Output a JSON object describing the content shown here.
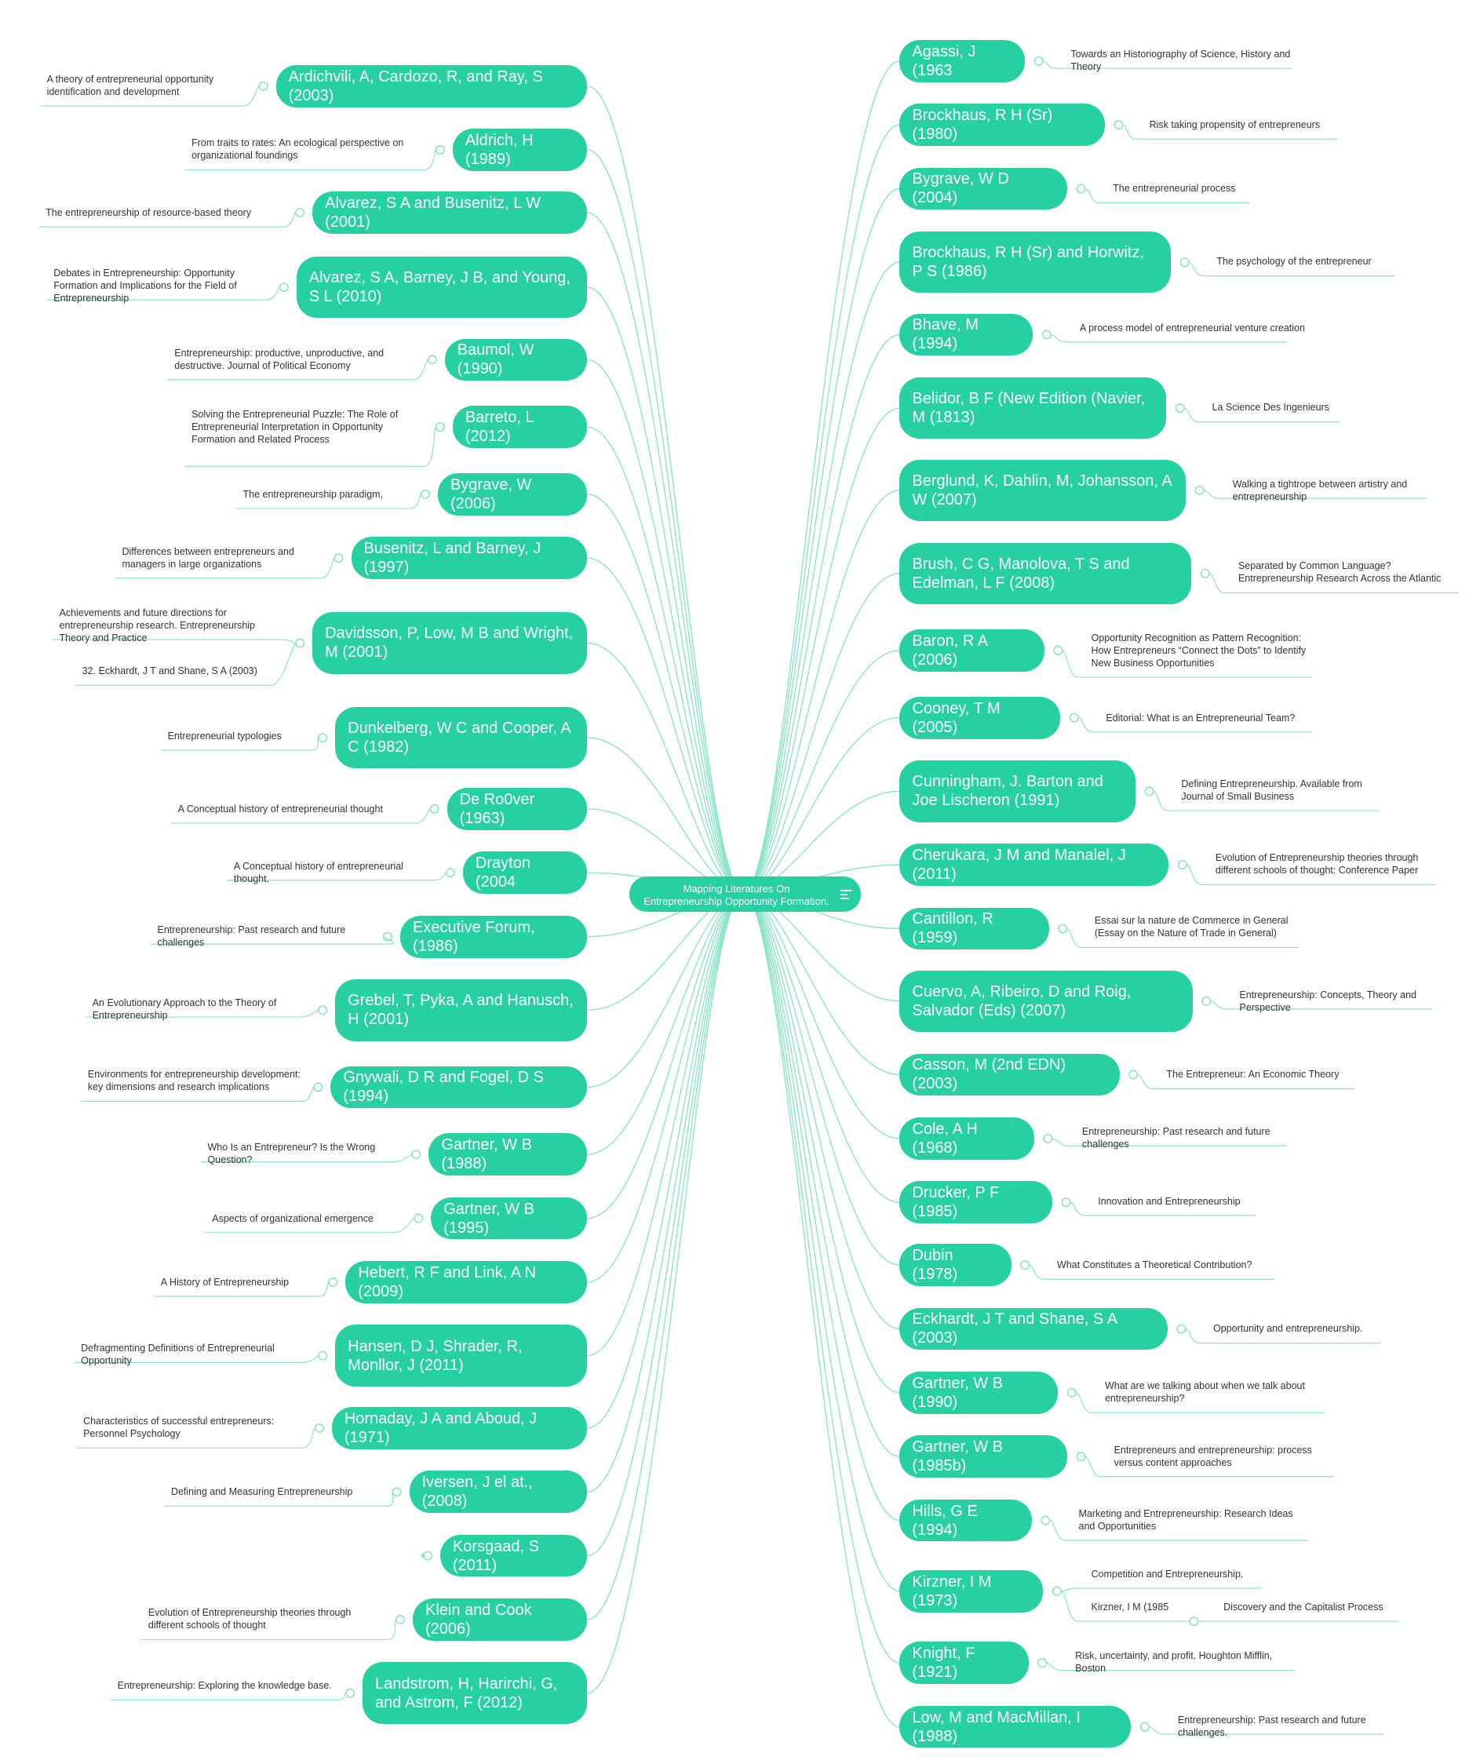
{
  "center": {
    "text": "Mapping Literatures On Entrepreneurship Opportunity Formation.",
    "menu_icon": "list-menu-icon"
  },
  "colors": {
    "node": "#26d0a0",
    "line": "#8de3c9",
    "text": "#333333"
  },
  "left": [
    {
      "author": "Ardichvili, A, Cardozo, R, and Ray, S (2003)",
      "notes": [
        "A theory of entrepreneurial opportunity identification and development"
      ]
    },
    {
      "author": "Aldrich, H (1989)",
      "notes": [
        "From traits to rates: An ecological perspective on organizational foundings"
      ]
    },
    {
      "author": "Alvarez, S A and Busenitz, L W (2001)",
      "notes": [
        "The entrepreneurship of resource-based theory"
      ]
    },
    {
      "author": "Alvarez, S A, Barney, J B, and Young, S L (2010)",
      "notes": [
        "Debates in Entrepreneurship: Opportunity Formation and Implications for the Field of Entrepreneurship"
      ]
    },
    {
      "author": "Baumol, W (1990)",
      "notes": [
        "Entrepreneurship: productive, unproductive, and destructive. Journal of Political Economy"
      ]
    },
    {
      "author": "Barreto, L (2012)",
      "notes": [
        "Solving the Entrepreneurial Puzzle: The Role of Entrepreneurial Interpretation in Opportunity Formation and Related Process"
      ]
    },
    {
      "author": "Bygrave, W (2006)",
      "notes": [
        "The entrepreneurship paradigm,"
      ]
    },
    {
      "author": "Busenitz, L and Barney, J (1997)",
      "notes": [
        "Differences between entrepreneurs and managers in large organizations"
      ]
    },
    {
      "author": "Davidsson, P, Low, M B and Wright, M (2001)",
      "notes": [
        "Achievements and future directions for entrepreneurship research. Entrepreneurship Theory and Practice",
        "32. Eckhardt, J T and Shane, S A (2003)"
      ]
    },
    {
      "author": "Dunkelberg, W C and Cooper, A C (1982)",
      "notes": [
        "Entrepreneurial typologies"
      ]
    },
    {
      "author": "De Ro0ver (1963)",
      "notes": [
        "A Conceptual history of entrepreneurial thought"
      ]
    },
    {
      "author": "Drayton (2004",
      "notes": [
        "A Conceptual history of entrepreneurial thought."
      ]
    },
    {
      "author": "Executive Forum, (1986)",
      "notes": [
        "Entrepreneurship: Past research and future challenges"
      ]
    },
    {
      "author": "Grebel, T, Pyka, A and Hanusch, H (2001)",
      "notes": [
        "An Evolutionary Approach to the Theory of Entrepreneurship"
      ]
    },
    {
      "author": "Gnywali, D R and Fogel, D S (1994)",
      "notes": [
        "Environments for entrepreneurship development: key dimensions and research implications"
      ]
    },
    {
      "author": "Gartner, W B (1988)",
      "notes": [
        "Who Is an Entrepreneur? Is the Wrong Question?"
      ]
    },
    {
      "author": "Gartner, W B (1995)",
      "notes": [
        "Aspects of organizational emergence"
      ]
    },
    {
      "author": "Hebert, R F and Link, A N (2009)",
      "notes": [
        "A History of Entrepreneurship"
      ]
    },
    {
      "author": "Hansen, D J, Shrader, R, Monllor, J (2011)",
      "notes": [
        "Defragmenting Definitions of Entrepreneurial Opportunity"
      ]
    },
    {
      "author": "Hornaday, J A and Aboud, J (1971)",
      "notes": [
        "Characteristics of successful entrepreneurs: Personnel Psychology"
      ]
    },
    {
      "author": "Iversen, J el at., (2008)",
      "notes": [
        "Defining and Measuring Entrepreneurship"
      ]
    },
    {
      "author": "Korsgaad, S (2011)",
      "notes": []
    },
    {
      "author": "Klein and Cook (2006)",
      "notes": [
        "Evolution of Entrepreneurship theories through different schools of thought"
      ]
    },
    {
      "author": "Landstrom, H, Harirchi, G, and Astrom, F (2012)",
      "notes": [
        "Entrepreneurship: Exploring the knowledge base."
      ]
    }
  ],
  "right": [
    {
      "author": "Agassi, J (1963",
      "notes": [
        "Towards an Historiography of Science, History and Theory"
      ]
    },
    {
      "author": "Brockhaus, R H (Sr) (1980)",
      "notes": [
        "Risk taking propensity of entrepreneurs"
      ]
    },
    {
      "author": "Bygrave, W D (2004)",
      "notes": [
        "The entrepreneurial process"
      ]
    },
    {
      "author": "Brockhaus, R H (Sr) and Horwitz, P S (1986)",
      "notes": [
        "The psychology of the entrepreneur"
      ]
    },
    {
      "author": "Bhave, M (1994)",
      "notes": [
        "A process model of entrepreneurial venture creation"
      ]
    },
    {
      "author": "Belidor, B F (New Edition (Navier, M (1813)",
      "notes": [
        "La Science Des Ingenieurs"
      ]
    },
    {
      "author": "Berglund, K, Dahlin, M, Johansson, A W (2007)",
      "notes": [
        "Walking a tightrope between artistry and entrepreneurship"
      ]
    },
    {
      "author": "Brush, C G, Manolova, T S and Edelman, L F (2008)",
      "notes": [
        "Separated by Common Language? Entrepreneurship Research Across the Atlantic"
      ]
    },
    {
      "author": "Baron, R A (2006)",
      "notes": [
        "Opportunity Recognition as Pattern Recognition: How Entrepreneurs “Connect the Dots” to Identify New Business Opportunities"
      ]
    },
    {
      "author": "Cooney, T M (2005)",
      "notes": [
        "Editorial: What is an Entrepreneurial Team?"
      ]
    },
    {
      "author": "Cunningham, J. Barton and Joe Lischeron (1991)",
      "notes": [
        "Defining Entrepreneurship. Available from Journal of Small Business"
      ]
    },
    {
      "author": "Cherukara, J M and Manalel, J (2011)",
      "notes": [
        "Evolution of Entrepreneurship theories through different schools of thought: Conference Paper"
      ]
    },
    {
      "author": "Cantillon, R (1959)",
      "notes": [
        "Essai sur la nature de Commerce in General (Essay on the Nature of Trade in General)"
      ]
    },
    {
      "author": "Cuervo, A, Ribeiro, D and Roig, Salvador (Eds) (2007)",
      "notes": [
        "Entrepreneurship: Concepts, Theory and Perspective"
      ]
    },
    {
      "author": "Casson, M (2nd EDN) (2003)",
      "notes": [
        "The Entrepreneur: An Economic Theory"
      ]
    },
    {
      "author": "Cole, A H (1968)",
      "notes": [
        "Entrepreneurship: Past research and future challenges"
      ]
    },
    {
      "author": "Drucker, P F (1985)",
      "notes": [
        "Innovation and Entrepreneurship"
      ]
    },
    {
      "author": "Dubin (1978)",
      "notes": [
        "What Constitutes a Theoretical Contribution?"
      ]
    },
    {
      "author": "Eckhardt, J T and Shane, S A (2003)",
      "notes": [
        "Opportunity and entrepreneurship."
      ]
    },
    {
      "author": "Gartner, W B (1990)",
      "notes": [
        "What are we talking about when we talk about entrepreneurship?"
      ]
    },
    {
      "author": "Gartner, W B (1985b)",
      "notes": [
        "Entrepreneurs and entrepreneurship: process versus content approaches"
      ]
    },
    {
      "author": "Hills, G E (1994)",
      "notes": [
        "Marketing and Entrepreneurship: Research Ideas and Opportunities"
      ]
    },
    {
      "author": "Kirzner, I M (1973)",
      "notes": [
        "Competition and Entrepreneurship.",
        "Kirzner, I M (1985"
      ],
      "sub": "Discovery and the Capitalist Process"
    },
    {
      "author": "Knight, F (1921)",
      "notes": [
        "Risk, uncertainty, and profit. Houghton Mifflin, Boston"
      ]
    },
    {
      "author": "Low, M and MacMillan, I (1988)",
      "notes": [
        "Entrepreneurship: Past research and future challenges."
      ]
    }
  ]
}
